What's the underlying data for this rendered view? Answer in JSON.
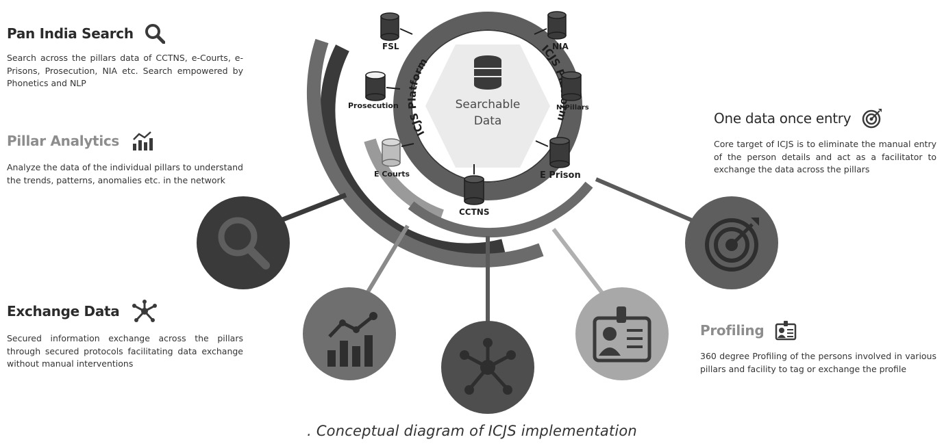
{
  "features": {
    "pan_india_search": {
      "title": "Pan India Search",
      "description": "Search across the pillars data of CCTNS, e-Courts, e-Prisons, Prosecution, NIA etc. Search empowered by Phonetics and NLP",
      "icon": "search-icon"
    },
    "pillar_analytics": {
      "title": "Pillar Analytics",
      "description": "Analyze the data of the individual pillars to understand the trends, patterns, anomalies etc. in the network",
      "icon": "analytics-chart-icon"
    },
    "exchange_data": {
      "title": "Exchange Data",
      "description": "Secured information exchange across the pillars through secured protocols facilitating data exchange without manual interventions",
      "icon": "network-hub-icon"
    },
    "one_data_once_entry": {
      "title": "One data once entry",
      "description": "Core target of ICJS is to eliminate the manual entry of the person details and act as a facilitator to exchange the data across the pillars",
      "icon": "target-icon"
    },
    "profiling": {
      "title": "Profiling",
      "description": "360 degree Profiling of the persons involved in various pillars and facility to tag or exchange the profile",
      "icon": "id-badge-icon"
    }
  },
  "hub": {
    "center_label_line1": "Searchable",
    "center_label_line2": "Data",
    "ring_label_left": "ICJS Platform",
    "ring_label_right": "ICJS Platform",
    "pillars": [
      "FSL",
      "NIA",
      "Prosecution",
      "N-Pillars",
      "E Courts",
      "E Prison",
      "CCTNS"
    ]
  },
  "caption": ". Conceptual diagram of ICJS implementation",
  "colors": {
    "dark": "#3a3a3a",
    "mid": "#6b6b6b",
    "light": "#9a9a9a",
    "pale": "#c9c9c9",
    "hub_fill": "#ebebeb"
  }
}
